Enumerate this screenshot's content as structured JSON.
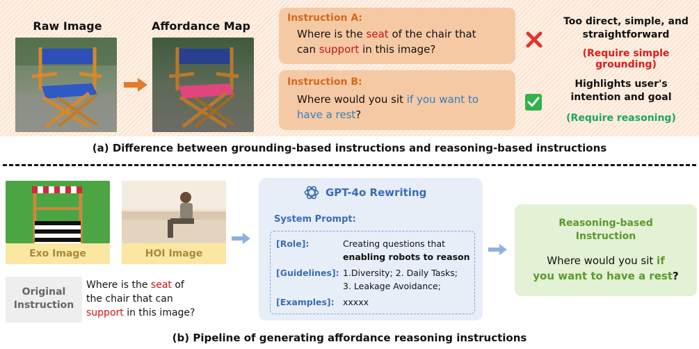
{
  "part_a": {
    "raw_image_label": "Raw Image",
    "affordance_map_label": "Affordance Map",
    "instruction_a": {
      "title": "Instruction A:",
      "text_1": "Where is the ",
      "highlight_1": "seat",
      "text_2": " of the chair that",
      "text_3": "can ",
      "highlight_2": "support",
      "text_4": " in this image?"
    },
    "instruction_b": {
      "title": "Instruction B:",
      "text_1": "Where would you sit ",
      "highlight_1": "if you want to",
      "highlight_2": "have a rest",
      "text_2": "?"
    },
    "verdict_a": {
      "line_1": "Too direct, simple, and",
      "line_2": "straightforward",
      "note": "(Require simple grounding)"
    },
    "verdict_b": {
      "line_1": "Highlights user's",
      "line_2": "intention and goal",
      "note": "(Require reasoning)"
    },
    "caption": "(a) Difference between grounding-based instructions and reasoning-based instructions"
  },
  "part_b": {
    "exo_image_label": "Exo Image",
    "hoi_image_label": "HOI Image",
    "original_instruction": {
      "title_1": "Original",
      "title_2": "Instruction",
      "text_1": "Where is the ",
      "highlight_1": "seat",
      "text_2": " of",
      "text_3": "the chair that can",
      "highlight_2": "support",
      "text_4": " in this image?"
    },
    "gpt": {
      "title": "GPT-4o Rewriting",
      "system_prompt": "System Prompt:",
      "role_key": "[Role]:",
      "role_val_1": "Creating questions that",
      "role_val_2": "enabling robots to reason",
      "guidelines_key": "[Guidelines]:",
      "guidelines_val_1": "1.Diversity; 2. Daily Tasks;",
      "guidelines_val_2": "3. Leakage Avoidance;",
      "examples_key": "[Examples]:",
      "examples_val": "xxxxx"
    },
    "result": {
      "title_1": "Reasoning-based",
      "title_2": "Instruction",
      "text_1": "Where would you sit ",
      "highlight_1": "if",
      "highlight_2": "you want to have a rest",
      "text_2": "?"
    },
    "caption": "(b) Pipeline of generating affordance reasoning instructions"
  },
  "colors": {
    "instruction_box": "#f5c9a4",
    "instruction_title": "#d2691e",
    "highlight_red": "#c81414",
    "highlight_blue": "#2f7fc1",
    "gpt_panel": "#e7eef8",
    "result_box": "#e3f1d5",
    "green": "#5a9a2c"
  },
  "icons": {
    "cross": "cross-mark-icon",
    "check": "check-mark-icon",
    "arrow": "right-arrow-icon",
    "openai": "openai-logo-icon"
  }
}
